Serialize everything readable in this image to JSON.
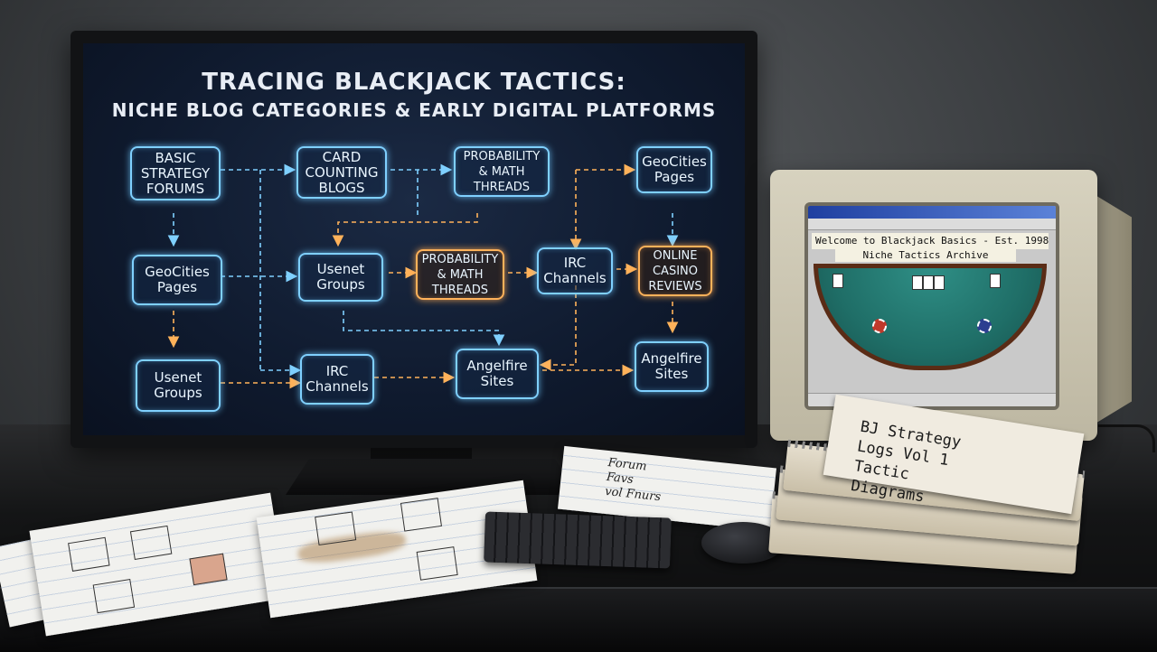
{
  "screen": {
    "title_line1": "TRACING BLACKJACK TACTICS:",
    "title_line2": "NICHE BLOG CATEGORIES & EARLY DIGITAL PLATFORMS",
    "nodes": {
      "basic_strategy": "BASIC\nSTRATEGY\nFORUMS",
      "card_counting": "CARD\nCOUNTING\nBLOGS",
      "prob_math_top": "PROBABILITY\n& MATH\nTHREADS",
      "geocities_top": "GeoCities\nPages",
      "geocities_mid": "GeoCities\nPages",
      "usenet_mid": "Usenet\nGroups",
      "prob_math_mid": "PROBABILITY\n& MATH\nTHREADS",
      "irc_mid": "IRC\nChannels",
      "online_casino": "ONLINE\nCASINO\nREVIEWS",
      "usenet_bottom": "Usenet\nGroups",
      "irc_bottom": "IRC\nChannels",
      "angelfire_mid": "Angelfire\nSites",
      "angelfire_right": "Angelfire\nSites"
    },
    "colors": {
      "cyan": "#7fd0ff",
      "orange": "#ffb25a"
    }
  },
  "retro": {
    "header": "Welcome to Blackjack Basics - Est. 1998",
    "subheader": "Niche Tactics Archive"
  },
  "notebook": {
    "label": "BJ Strategy\nLogs Vol 1\nTactic\nDiagrams"
  },
  "note": {
    "text": "Forum\nFavs\nvol Fnurs"
  }
}
